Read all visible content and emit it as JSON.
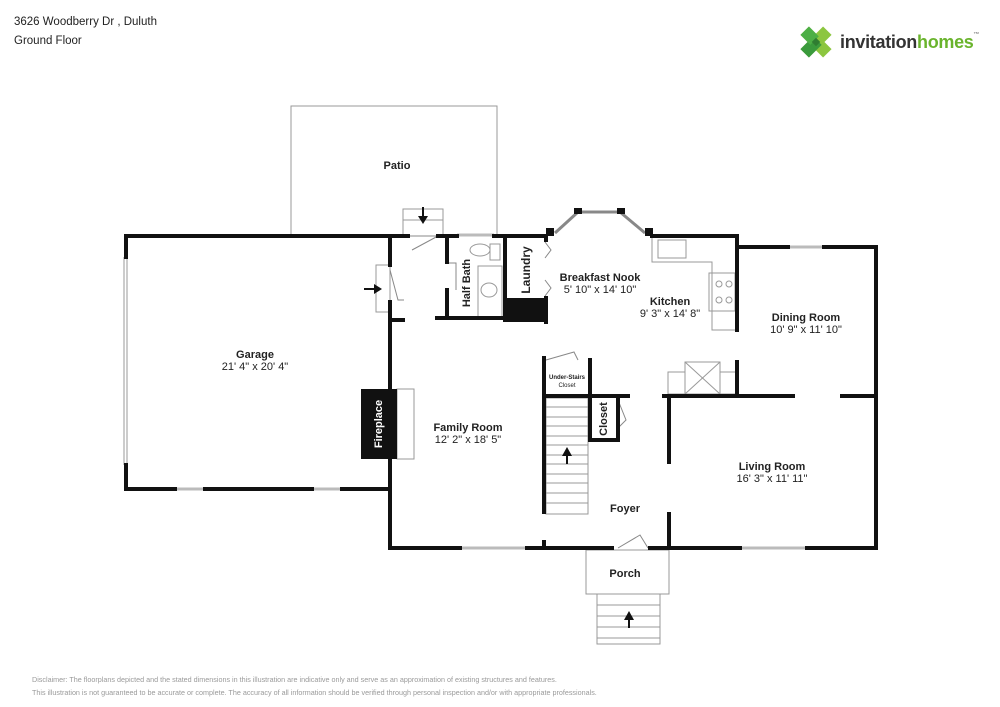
{
  "header": {
    "address": "3626 Woodberry Dr , Duluth",
    "floor": "Ground Floor"
  },
  "brand": {
    "name_part1": "invitation",
    "name_part2": "homes",
    "trademark": "™",
    "colors": {
      "dark_green": "#3a9a3c",
      "light_green": "#8cc63f",
      "text_dark": "#333333",
      "text_green": "#6ab42d"
    }
  },
  "rooms": {
    "patio": {
      "name": "Patio"
    },
    "garage": {
      "name": "Garage",
      "dims": "21' 4\" x 20' 4\""
    },
    "half_bath": {
      "name": "Half Bath"
    },
    "laundry": {
      "name": "Laundry"
    },
    "breakfast_nook": {
      "name": "Breakfast Nook",
      "dims": "5' 10\" x 14' 10\""
    },
    "kitchen": {
      "name": "Kitchen",
      "dims": "9' 3\" x 14' 8\""
    },
    "dining_room": {
      "name": "Dining Room",
      "dims": "10' 9\" x 11' 10\""
    },
    "family_room": {
      "name": "Family Room",
      "dims": "12' 2\" x 18' 5\""
    },
    "fireplace": {
      "name": "Fireplace"
    },
    "under_stairs_closet": {
      "name_line1": "Under-Stairs",
      "name_line2": "Closet"
    },
    "closet": {
      "name": "Closet"
    },
    "living_room": {
      "name": "Living Room",
      "dims": "16' 3\" x 11' 11\""
    },
    "foyer": {
      "name": "Foyer"
    },
    "porch": {
      "name": "Porch"
    }
  },
  "disclaimer": {
    "line1": "Disclaimer: The floorplans depicted and the stated dimensions in this illustration are indicative only and serve as an approximation of existing structures and features.",
    "line2": "This illustration is not guaranteed to be accurate or complete. The accuracy of all information should be verified through personal inspection and/or with appropriate professionals."
  }
}
